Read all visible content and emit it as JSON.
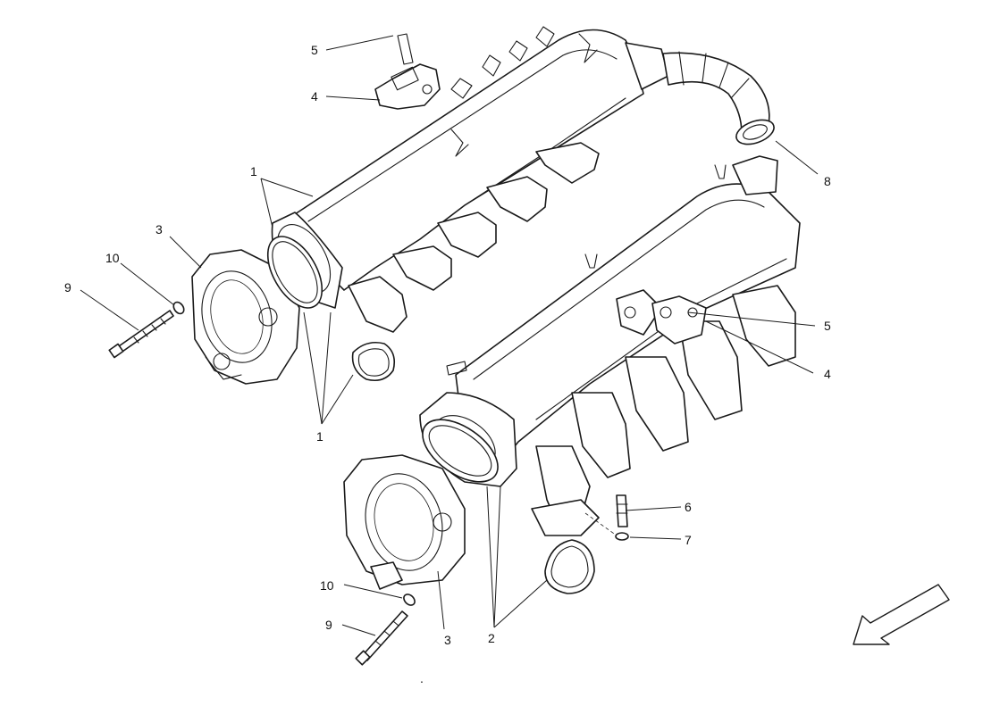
{
  "callouts": {
    "c1": "5",
    "c2": "4",
    "c3": "1",
    "c4": "3",
    "c5": "10",
    "c6": "9",
    "c7": "8",
    "c8": "5",
    "c9": "4",
    "c10": "1",
    "c11": "6",
    "c12": "7",
    "c13": "10",
    "c14": "9",
    "c15": "3",
    "c16": "2"
  },
  "direction_arrow": {
    "points_to": "bottom-left"
  }
}
